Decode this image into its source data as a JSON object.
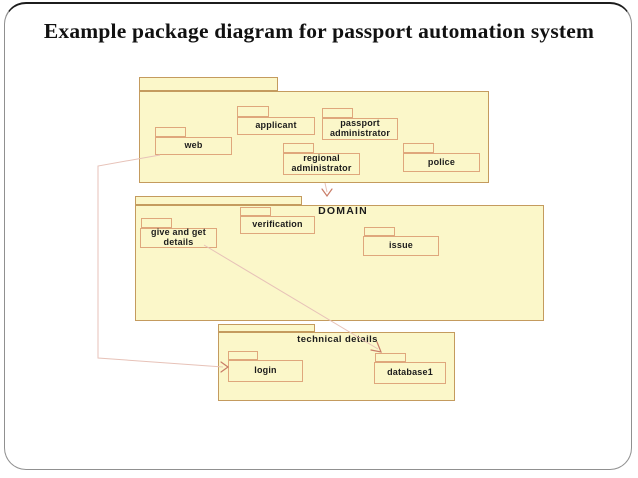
{
  "title": "Example package diagram for passport automation system",
  "packages": [
    {
      "name": "actors-package",
      "label": "",
      "children": [
        {
          "name": "web",
          "label": "web"
        },
        {
          "name": "applicant",
          "label": "applicant"
        },
        {
          "name": "passport-administrator",
          "label": "passport administrator"
        },
        {
          "name": "regional-administrator",
          "label": "regional administrator"
        },
        {
          "name": "police",
          "label": "police"
        }
      ]
    },
    {
      "name": "domain-package",
      "label": "DOMAIN",
      "children": [
        {
          "name": "give-and-get-details",
          "label": "give and get details"
        },
        {
          "name": "verification",
          "label": "verification"
        },
        {
          "name": "issue",
          "label": "issue"
        }
      ]
    },
    {
      "name": "technical-details-package",
      "label": "technical details",
      "children": [
        {
          "name": "login",
          "label": "login"
        },
        {
          "name": "database1",
          "label": "database1"
        }
      ]
    }
  ],
  "connectors": [
    {
      "name": "actors-to-domain",
      "from": "actors-package",
      "to": "domain-package",
      "style": "dependency-arrow"
    },
    {
      "name": "give-and-get-details-to-database1",
      "from": "give-and-get-details",
      "to": "database1",
      "style": "dependency-arrow"
    },
    {
      "name": "web-to-login",
      "from": "web",
      "to": "login",
      "style": "dependency-arrow"
    }
  ],
  "colors": {
    "package_fill": "#FBF7C9",
    "package_border": "#C49B5E",
    "node_border": "#DFA77C",
    "connector": "#E7C2B8",
    "arrowhead": "#C87B66",
    "title_color": "#111111",
    "frame_border": "#909090"
  }
}
